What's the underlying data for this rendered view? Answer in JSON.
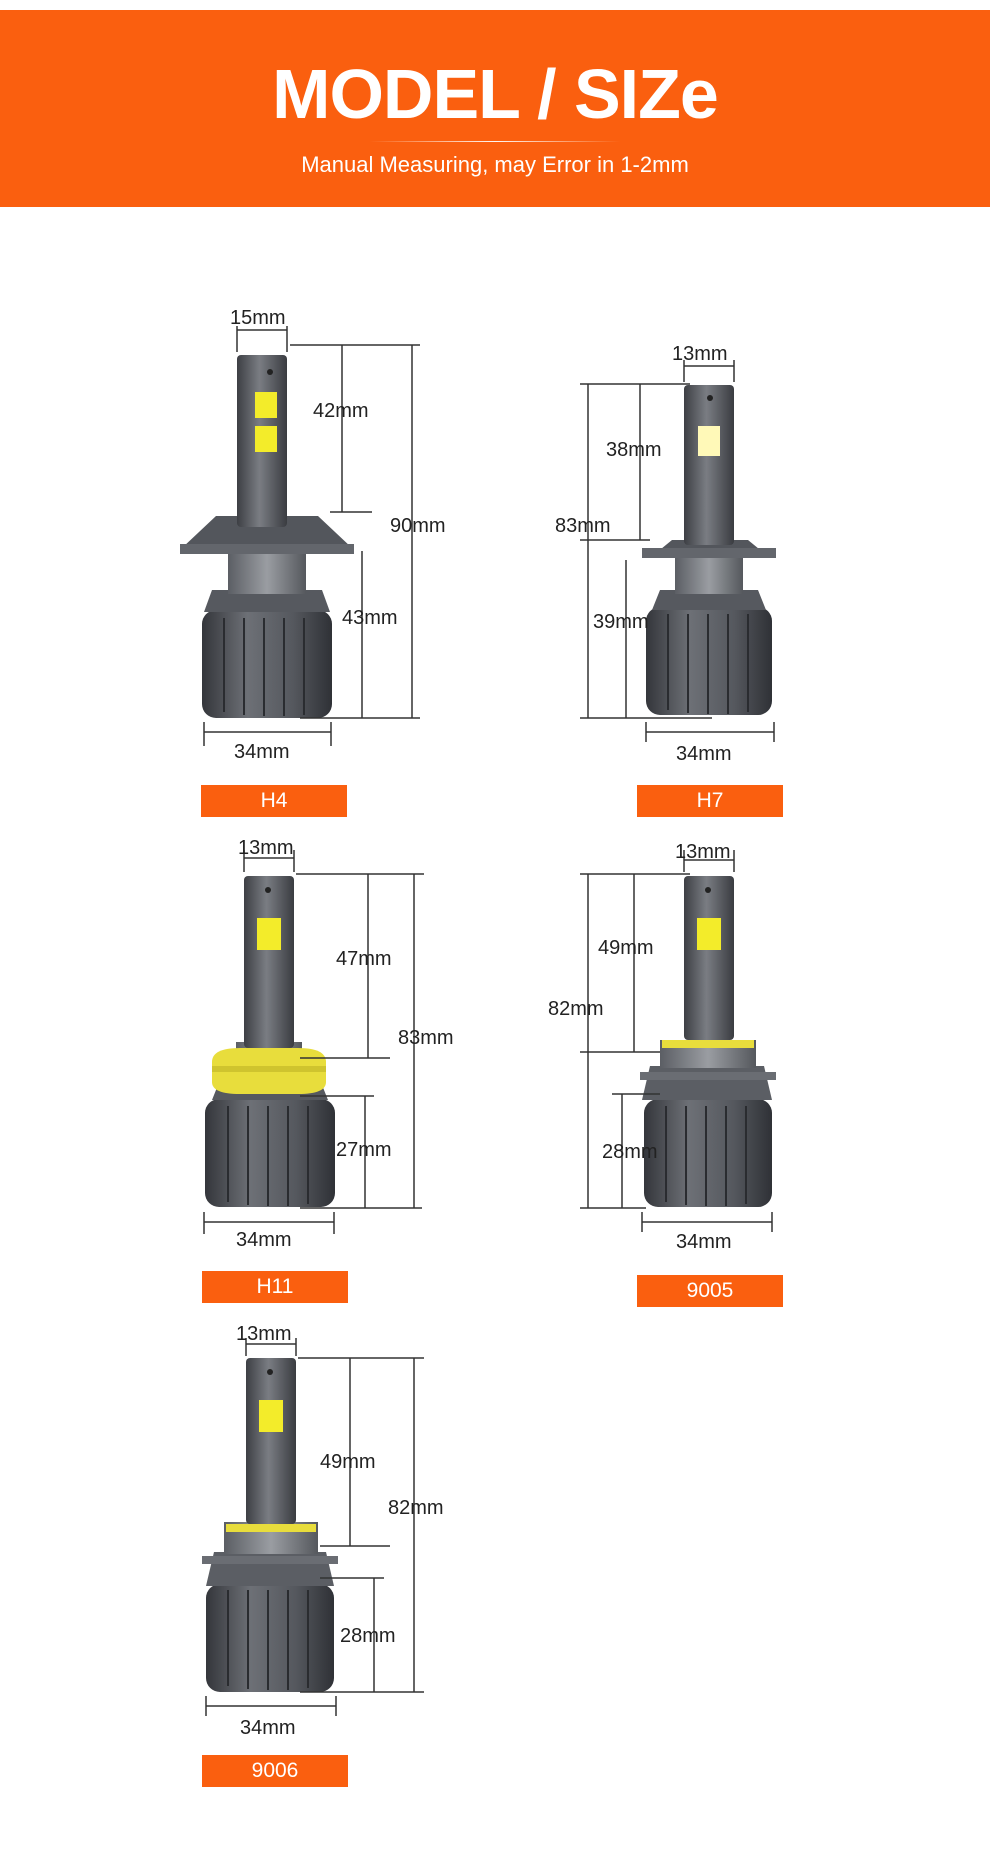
{
  "header": {
    "title": "MODEL / SIZe",
    "subtitle": "Manual Measuring, may Error in 1-2mm"
  },
  "bulbs": {
    "h4": {
      "model": "H4",
      "width": "15mm",
      "top": "42mm",
      "total": "90mm",
      "bottom": "43mm",
      "base": "34mm"
    },
    "h7": {
      "model": "H7",
      "width": "13mm",
      "top": "38mm",
      "total": "83mm",
      "bottom": "39mm",
      "base": "34mm"
    },
    "h11": {
      "model": "H11",
      "width": "13mm",
      "top": "47mm",
      "total": "83mm",
      "bottom": "27mm",
      "base": "34mm"
    },
    "b9005": {
      "model": "9005",
      "width": "13mm",
      "top": "49mm",
      "total": "82mm",
      "bottom": "28mm",
      "base": "34mm"
    },
    "b9006": {
      "model": "9006",
      "width": "13mm",
      "top": "49mm",
      "total": "82mm",
      "bottom": "28mm",
      "base": "34mm"
    }
  },
  "colors": {
    "accent": "#fa5f0f",
    "bulb_body": "#5a5d63",
    "led_chip": "#f3ec2a",
    "h11_ring": "#e8dd3c"
  }
}
